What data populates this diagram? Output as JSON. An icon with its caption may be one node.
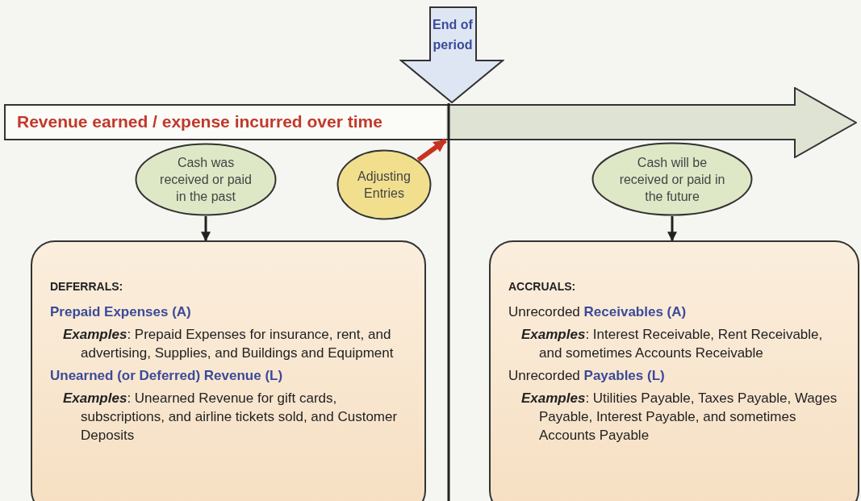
{
  "diagram": {
    "nodes": [
      {
        "text": [
          "End of period"
        ]
      },
      {
        "text": [
          "Revenue earned / expense incurred over time"
        ]
      },
      {
        "text": [
          "Cash was received or paid in the past"
        ]
      },
      {
        "text": [
          "Adjusting Entries"
        ]
      },
      {
        "text": [
          "Cash will be received or paid in the future"
        ]
      },
      {
        "text": [
          "DEFERRALS:",
          "Prepaid Expenses (A)",
          "**Examples**: Prepaid Expenses for insurance, rent, and advertising, Supplies, and Buildings and Equipment",
          "Unearned (or Deferred) Revenue (L)",
          "**Examples**: Unearned Revenue for gift cards, subscriptions, and airline tickets sold, and Customer Deposits"
        ]
      },
      {
        "text": [
          "ACCRUALS:",
          "Unrecorded **Receivables (A)**",
          "**Examples**: Interest Receivable, Rent Receivable, and sometimes Accounts Receivable",
          "Unrecorded **Payables (L)**",
          "**Examples**: Utilities Payable, Taxes Payable, Wages Payable, Interest Payable, and sometimes Accounts Payable"
        ]
      }
    ],
    "edges": [
      {
        "from": 2,
        "to": 5,
        "arrow": "to"
      },
      {
        "from": 3,
        "to": 1,
        "arrow": "to",
        "color": "#c8321e",
        "style": "thick"
      },
      {
        "from": 4,
        "to": 6,
        "arrow": "to"
      }
    ]
  }
}
